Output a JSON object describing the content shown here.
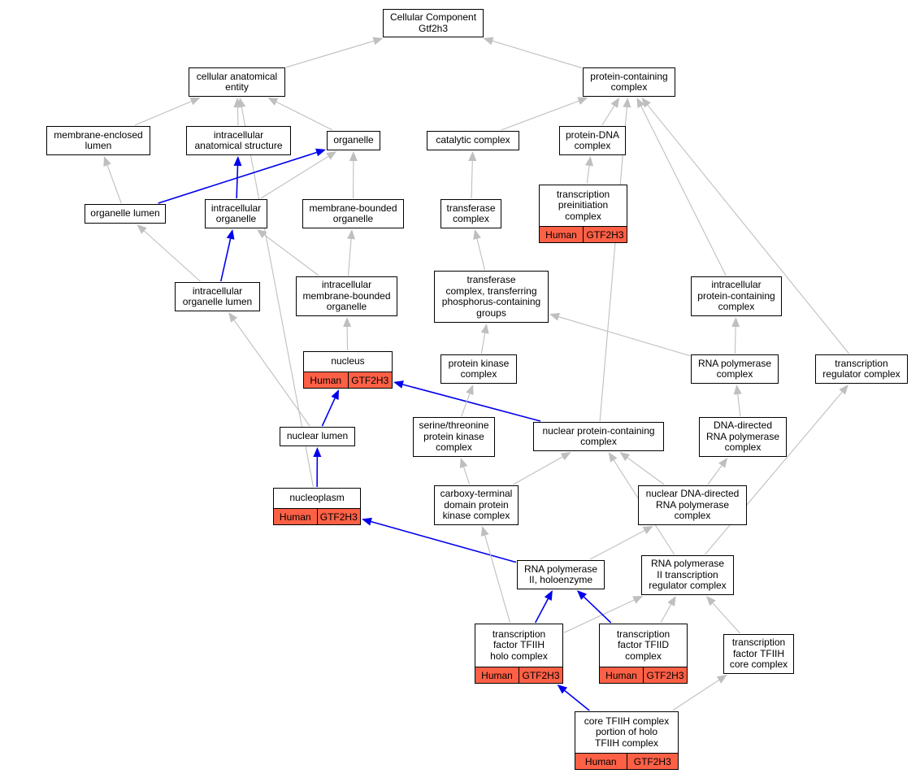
{
  "colors": {
    "is_a_edge": "#bfbfbf",
    "highlight_edge": "#0000ee",
    "annotation_fill": "#fe6046",
    "node_border": "#000000"
  },
  "nodes": [
    {
      "id": "root",
      "label": "Cellular Component\nGtf2h3"
    },
    {
      "id": "cae",
      "label": "cellular anatomical\nentity"
    },
    {
      "id": "pcc",
      "label": "protein-containing\ncomplex"
    },
    {
      "id": "mel",
      "label": "membrane-enclosed\nlumen"
    },
    {
      "id": "ias",
      "label": "intracellular\nanatomical structure"
    },
    {
      "id": "org",
      "label": "organelle"
    },
    {
      "id": "cat",
      "label": "catalytic complex"
    },
    {
      "id": "pdna",
      "label": "protein-DNA\ncomplex"
    },
    {
      "id": "tpc",
      "label": "transcription\npreinitiation\ncomplex",
      "tags": [
        "Human",
        "GTF2H3"
      ]
    },
    {
      "id": "orl",
      "label": "organelle lumen"
    },
    {
      "id": "io",
      "label": "intracellular\norganelle"
    },
    {
      "id": "mbo",
      "label": "membrane-bounded\norganelle"
    },
    {
      "id": "tc",
      "label": "transferase\ncomplex"
    },
    {
      "id": "iol",
      "label": "intracellular\norganelle lumen"
    },
    {
      "id": "imbo",
      "label": "intracellular\nmembrane-bounded\norganelle"
    },
    {
      "id": "tctp",
      "label": "transferase\ncomplex, transferring\nphosphorus-containing\ngroups"
    },
    {
      "id": "ipcc",
      "label": "intracellular\nprotein-containing\ncomplex"
    },
    {
      "id": "nuc",
      "label": "nucleus",
      "tags": [
        "Human",
        "GTF2H3"
      ]
    },
    {
      "id": "pkc",
      "label": "protein kinase\ncomplex"
    },
    {
      "id": "rnap",
      "label": "RNA polymerase\ncomplex"
    },
    {
      "id": "trc",
      "label": "transcription\nregulator complex"
    },
    {
      "id": "nl",
      "label": "nuclear lumen"
    },
    {
      "id": "stpk",
      "label": "serine/threonine\nprotein kinase\ncomplex"
    },
    {
      "id": "npcc",
      "label": "nuclear protein-containing\ncomplex"
    },
    {
      "id": "ddrnap",
      "label": "DNA-directed\nRNA polymerase\ncomplex"
    },
    {
      "id": "np",
      "label": "nucleoplasm",
      "tags": [
        "Human",
        "GTF2H3"
      ]
    },
    {
      "id": "ctdpk",
      "label": "carboxy-terminal\ndomain protein\nkinase complex"
    },
    {
      "id": "nddrnap",
      "label": "nuclear DNA-directed\nRNA polymerase\ncomplex"
    },
    {
      "id": "rnap2h",
      "label": "RNA polymerase\nII, holoenzyme"
    },
    {
      "id": "rnap2trc",
      "label": "RNA polymerase\nII transcription\nregulator complex"
    },
    {
      "id": "tfiihholo",
      "label": "transcription\nfactor TFIIH\nholo complex",
      "tags": [
        "Human",
        "GTF2H3"
      ]
    },
    {
      "id": "tfiid",
      "label": "transcription\nfactor TFIID\ncomplex",
      "tags": [
        "Human",
        "GTF2H3"
      ]
    },
    {
      "id": "tfiihcore",
      "label": "transcription\nfactor TFIIH\ncore complex"
    },
    {
      "id": "coretfiih",
      "label": "core TFIIH complex\nportion of holo\nTFIIH complex",
      "tags": [
        "Human",
        "GTF2H3"
      ]
    }
  ],
  "edges": [
    {
      "from": "cae",
      "to": "root",
      "kind": "is_a"
    },
    {
      "from": "pcc",
      "to": "root",
      "kind": "is_a"
    },
    {
      "from": "mel",
      "to": "cae",
      "kind": "is_a"
    },
    {
      "from": "ias",
      "to": "cae",
      "kind": "is_a"
    },
    {
      "from": "org",
      "to": "cae",
      "kind": "is_a"
    },
    {
      "from": "cat",
      "to": "pcc",
      "kind": "is_a"
    },
    {
      "from": "pdna",
      "to": "pcc",
      "kind": "is_a"
    },
    {
      "from": "npcc",
      "to": "pcc",
      "kind": "is_a"
    },
    {
      "from": "ipcc",
      "to": "pcc",
      "kind": "is_a"
    },
    {
      "from": "trc",
      "to": "pcc",
      "kind": "is_a"
    },
    {
      "from": "np",
      "to": "cae",
      "kind": "is_a"
    },
    {
      "from": "tpc",
      "to": "pdna",
      "kind": "is_a"
    },
    {
      "from": "orl",
      "to": "mel",
      "kind": "is_a"
    },
    {
      "from": "orl",
      "to": "org",
      "kind": "highlight"
    },
    {
      "from": "io",
      "to": "ias",
      "kind": "highlight"
    },
    {
      "from": "io",
      "to": "org",
      "kind": "is_a"
    },
    {
      "from": "mbo",
      "to": "org",
      "kind": "is_a"
    },
    {
      "from": "tc",
      "to": "cat",
      "kind": "is_a"
    },
    {
      "from": "iol",
      "to": "orl",
      "kind": "is_a"
    },
    {
      "from": "iol",
      "to": "io",
      "kind": "highlight"
    },
    {
      "from": "imbo",
      "to": "io",
      "kind": "is_a"
    },
    {
      "from": "imbo",
      "to": "mbo",
      "kind": "is_a"
    },
    {
      "from": "tctp",
      "to": "tc",
      "kind": "is_a"
    },
    {
      "from": "nuc",
      "to": "imbo",
      "kind": "is_a"
    },
    {
      "from": "pkc",
      "to": "tctp",
      "kind": "is_a"
    },
    {
      "from": "rnap",
      "to": "tctp",
      "kind": "is_a"
    },
    {
      "from": "rnap",
      "to": "ipcc",
      "kind": "is_a"
    },
    {
      "from": "nl",
      "to": "iol",
      "kind": "is_a"
    },
    {
      "from": "nl",
      "to": "nuc",
      "kind": "highlight"
    },
    {
      "from": "npcc",
      "to": "nuc",
      "kind": "highlight"
    },
    {
      "from": "stpk",
      "to": "pkc",
      "kind": "is_a"
    },
    {
      "from": "ddrnap",
      "to": "rnap",
      "kind": "is_a"
    },
    {
      "from": "np",
      "to": "nl",
      "kind": "highlight"
    },
    {
      "from": "ctdpk",
      "to": "stpk",
      "kind": "is_a"
    },
    {
      "from": "ctdpk",
      "to": "npcc",
      "kind": "is_a"
    },
    {
      "from": "nddrnap",
      "to": "npcc",
      "kind": "is_a"
    },
    {
      "from": "nddrnap",
      "to": "ddrnap",
      "kind": "is_a"
    },
    {
      "from": "rnap2h",
      "to": "nddrnap",
      "kind": "is_a"
    },
    {
      "from": "rnap2h",
      "to": "np",
      "kind": "highlight"
    },
    {
      "from": "rnap2trc",
      "to": "npcc",
      "kind": "is_a"
    },
    {
      "from": "rnap2trc",
      "to": "trc",
      "kind": "is_a"
    },
    {
      "from": "tfiihholo",
      "to": "ctdpk",
      "kind": "is_a"
    },
    {
      "from": "tfiihholo",
      "to": "rnap2h",
      "kind": "highlight"
    },
    {
      "from": "tfiihholo",
      "to": "rnap2trc",
      "kind": "is_a"
    },
    {
      "from": "tfiid",
      "to": "rnap2h",
      "kind": "highlight"
    },
    {
      "from": "tfiid",
      "to": "rnap2trc",
      "kind": "is_a"
    },
    {
      "from": "tfiihcore",
      "to": "rnap2trc",
      "kind": "is_a"
    },
    {
      "from": "coretfiih",
      "to": "tfiihholo",
      "kind": "highlight"
    },
    {
      "from": "coretfiih",
      "to": "tfiihcore",
      "kind": "is_a"
    }
  ]
}
